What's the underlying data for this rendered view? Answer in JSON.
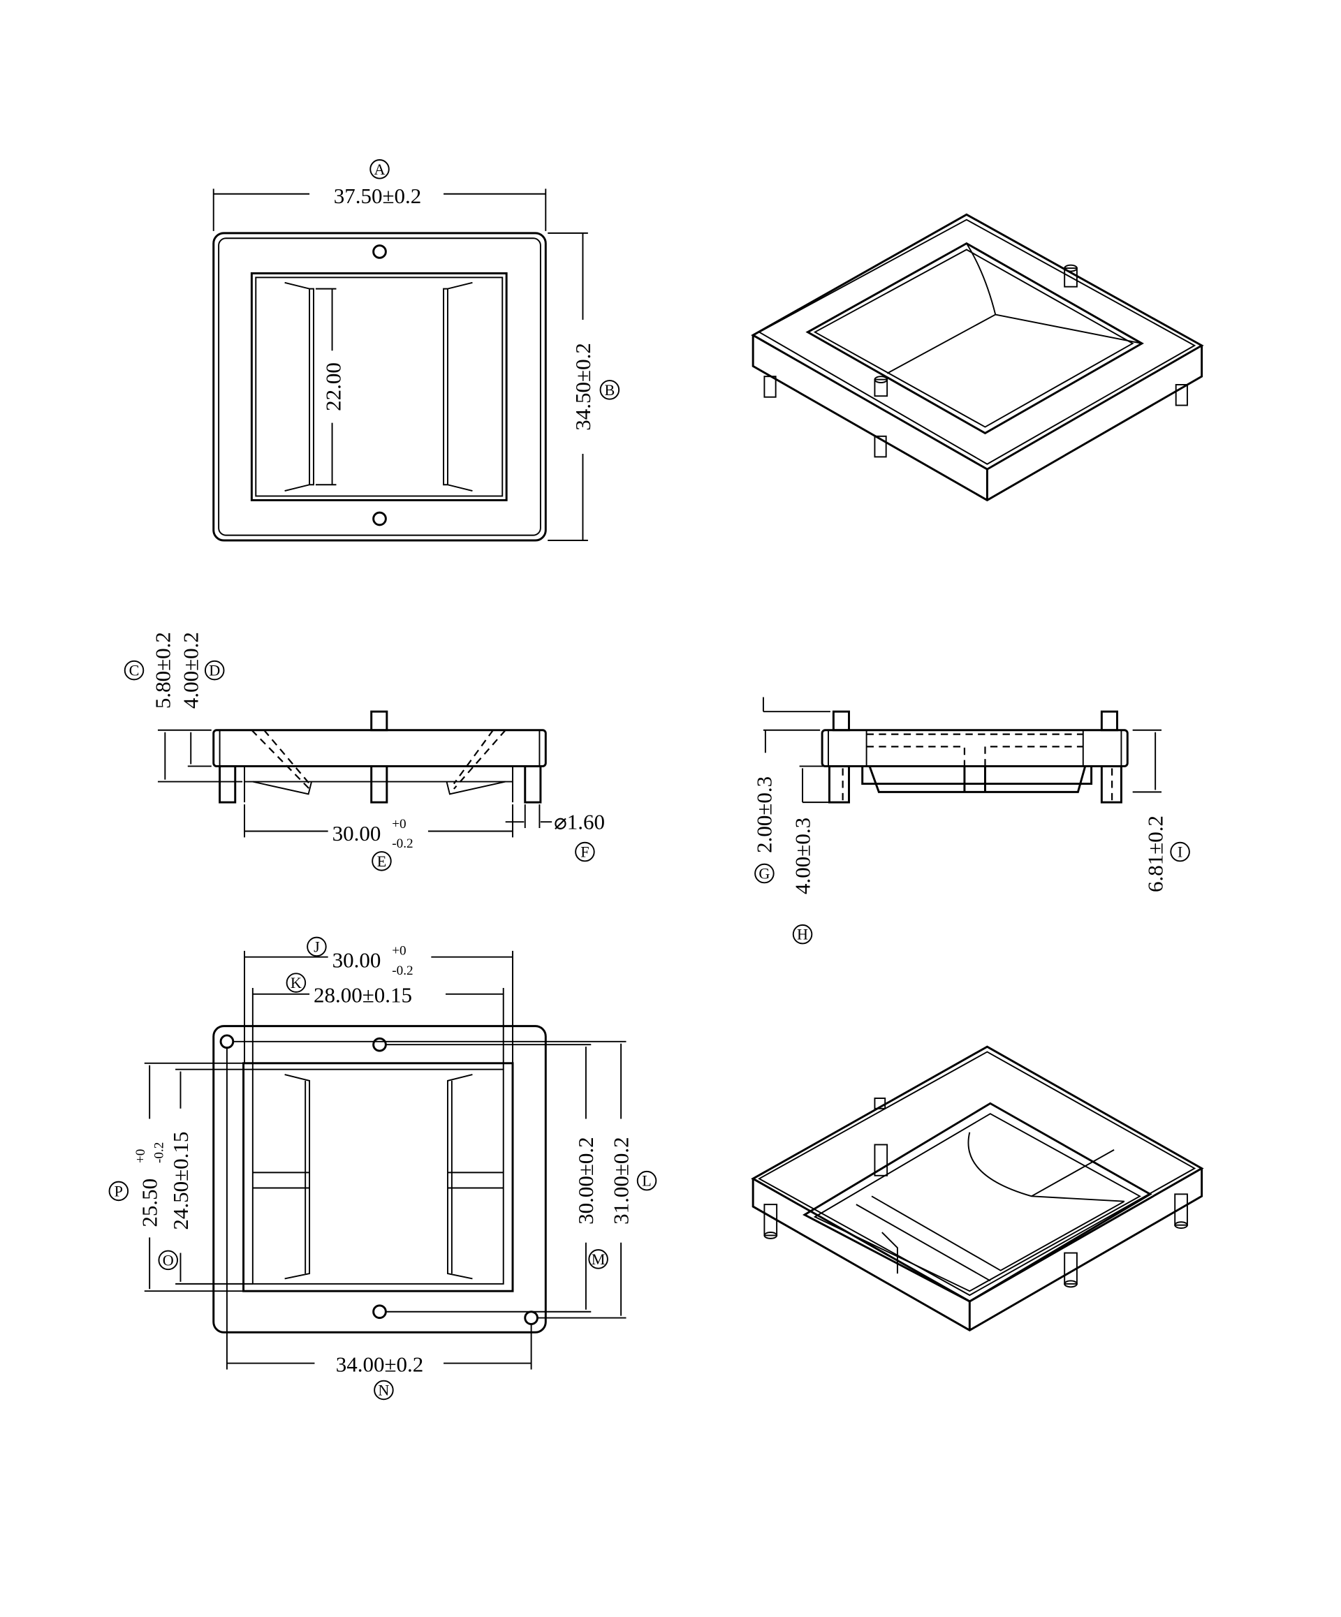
{
  "labels": {
    "A": "A",
    "B": "B",
    "C": "C",
    "D": "D",
    "E": "E",
    "F": "F",
    "G": "G",
    "H": "H",
    "I": "I",
    "J": "J",
    "K": "K",
    "L": "L",
    "M": "M",
    "N": "N",
    "O": "O",
    "P": "P"
  },
  "top_view": {
    "width": "37.50±0.2",
    "height": "34.50±0.2",
    "inner": "22.00"
  },
  "side_view_left": {
    "c": "5.80±0.2",
    "d": "4.00±0.2",
    "e_main": "30.00",
    "e_upper": "+0",
    "e_lower": "-0.2",
    "f": "⌀1.60"
  },
  "side_view_right": {
    "g": "2.00±0.3",
    "h": "4.00±0.3",
    "i": "6.81±0.2"
  },
  "bottom_view": {
    "j_main": "30.00",
    "j_upper": "+0",
    "j_lower": "-0.2",
    "k": "28.00±0.15",
    "l": "31.00±0.2",
    "m": "30.00±0.2",
    "n": "34.00±0.2",
    "o": "24.50±0.15",
    "p_main": "25.50",
    "p_upper": "+0",
    "p_lower": "-0.2"
  }
}
